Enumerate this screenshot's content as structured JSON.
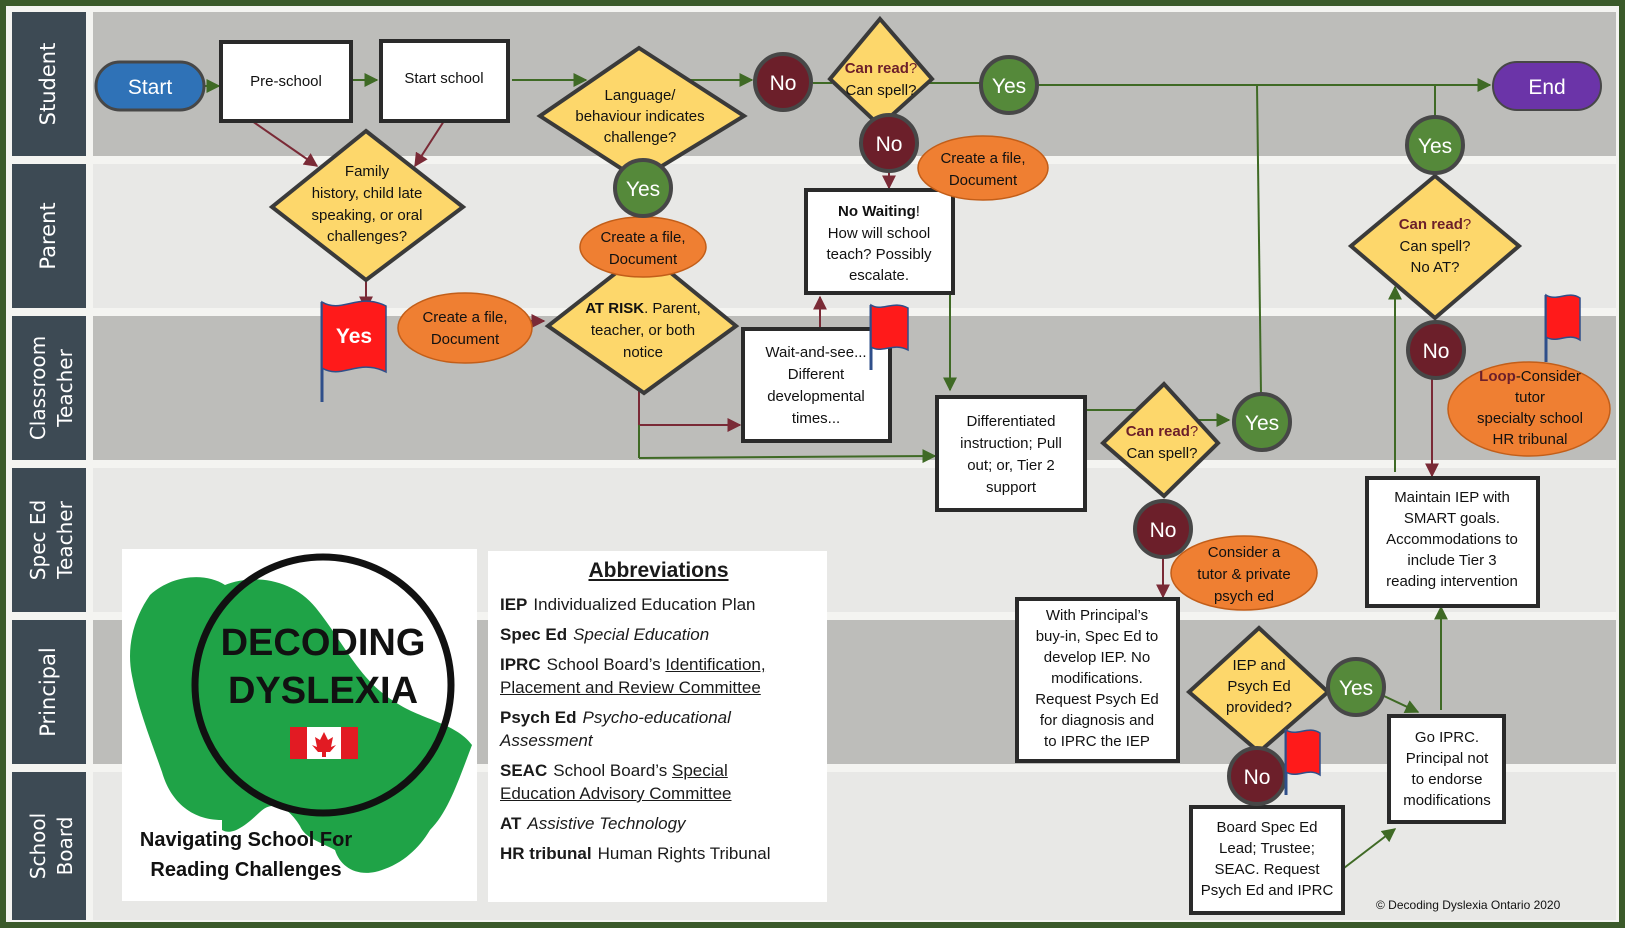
{
  "lanes": [
    "Student",
    "Parent",
    "Classroom Teacher",
    "Spec Ed Teacher",
    "Principal",
    "School Board"
  ],
  "nodes": {
    "start": "Start",
    "end": "End",
    "preschool": "Pre-school",
    "start_school": "Start school",
    "family_history": [
      "Family",
      "history, child late",
      "speaking, or oral",
      "challenges?"
    ],
    "language_behaviour": [
      "Language/",
      "behaviour indicates",
      "challenge?"
    ],
    "at_risk": {
      "bold": "AT RISK",
      "rest": ". Parent,",
      "lines": [
        "teacher, or both",
        "notice"
      ]
    },
    "can_read_1": {
      "bold": "Can read",
      "rest": "?",
      "line2": "Can spell?"
    },
    "can_read_2": {
      "bold": "Can read",
      "rest": "?",
      "line2": "Can spell?"
    },
    "can_read_3": {
      "bold": "Can read",
      "rest": "?",
      "line2": "Can spell?",
      "line3": "No AT?"
    },
    "iep_psych": [
      "IEP and",
      "Psych Ed",
      "provided?"
    ],
    "create_file": [
      "Create a file,",
      "Document"
    ],
    "no_waiting": {
      "caps": "No Waiting",
      "rest": "!",
      "lines": [
        "How will school",
        "teach? Possibly",
        "escalate."
      ]
    },
    "wait_and_see": [
      "Wait-and-see...",
      "Different",
      "developmental",
      "times..."
    ],
    "differentiated": [
      "Differentiated",
      "instruction; Pull",
      "out; or, Tier 2",
      "support"
    ],
    "consider_tutor": [
      "Consider a",
      "tutor & private",
      "psych ed"
    ],
    "loop": {
      "bold": "Loop",
      "rest": "-Consider",
      "lines": [
        "tutor",
        "specialty school",
        "HR tribunal"
      ]
    },
    "principal_buyin": [
      "With Principal’s",
      "buy-in, Spec Ed to",
      "develop IEP. No",
      "modifications.",
      "Request Psych Ed",
      "for diagnosis and",
      "to IPRC the IEP"
    ],
    "maintain_iep": [
      "Maintain IEP with",
      "SMART goals.",
      "Accommodations to",
      "include Tier 3",
      "reading intervention"
    ],
    "go_iprc": [
      "Go IPRC.",
      "Principal not",
      "to endorse",
      "modifications"
    ],
    "board_lead": [
      "Board Spec Ed",
      "Lead; Trustee;",
      "SEAC. Request",
      "Psych Ed and IPRC"
    ]
  },
  "answers": {
    "yes": "Yes",
    "no": "No"
  },
  "logo": {
    "line1": "DECODING",
    "line2": "DYSLEXIA",
    "caption1": "Navigating School For",
    "caption2": "Reading Challenges"
  },
  "abbreviations": {
    "title": "Abbreviations",
    "iep": {
      "key": "IEP",
      "value": "Individualized Education Plan"
    },
    "spec_ed": {
      "key": "Spec Ed",
      "value": "Special Education"
    },
    "iprc": {
      "key": "IPRC",
      "prefix": "School Board’s",
      "u1": "Identification,",
      "u2": "Placement and Review Committee"
    },
    "psych_ed": {
      "key": "Psych Ed",
      "v1": "Psycho-educational",
      "v2": "Assessment"
    },
    "seac": {
      "key": "SEAC",
      "prefix": "School Board’s",
      "u1": "Special",
      "u2": "Education Advisory Committee"
    },
    "at": {
      "key": "AT",
      "value": "Assistive Technology"
    },
    "hr": {
      "key": "HR tribunal",
      "value": "Human Rights Tribunal"
    }
  },
  "copyright": "© Decoding Dyslexia Ontario 2020",
  "colors": {
    "border": "#3b5a2a",
    "lane_dark": "#3d4a54",
    "diamond": "#fdd76b",
    "oval": "#ef7f32",
    "yes_circle": "#55893a",
    "no_circle": "#6c1f2a",
    "start": "#2f72b7",
    "end": "#6b34a8",
    "flag": "#ff1a1a"
  }
}
